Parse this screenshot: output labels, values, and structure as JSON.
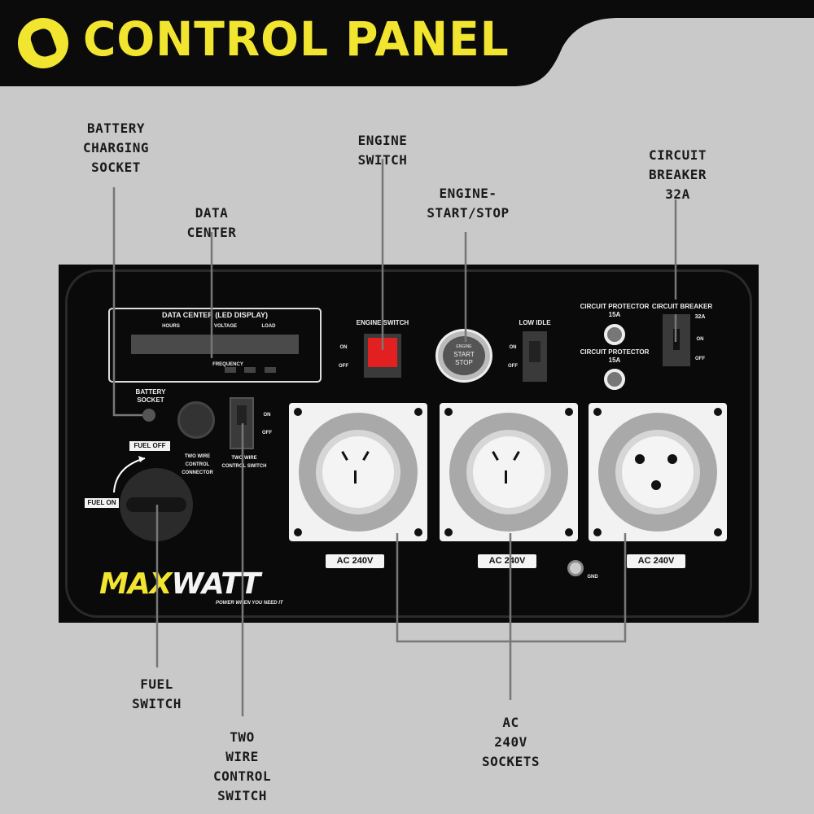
{
  "header": {
    "title": "CONTROL PANEL",
    "logo": "maxwatt-hand-logo"
  },
  "callouts": {
    "battery_socket": "BATTERY CHARGING SOCKET",
    "data_center": "DATA CENTER",
    "engine_switch": "ENGINE SWITCH",
    "engine_start_stop": "ENGINE- START/STOP",
    "circuit_breaker": "CIRCUIT BREAKER 32A",
    "fuel_switch": "FUEL SWITCH",
    "two_wire": "TWO WIRE CONTROL SWITCH",
    "ac_sockets": "AC 240V SOCKETS"
  },
  "panel": {
    "data_center_title": "DATA CENTER (LED DISPLAY)",
    "hours": "HOURS",
    "voltage": "VOLTAGE",
    "load": "LOAD",
    "frequency": "FREQUENCY",
    "battery_socket": "BATTERY SOCKET",
    "two_wire_connector": "TWO WIRE CONTROL CONNECTOR",
    "two_wire_switch": "TWO WIRE CONTROL SWITCH",
    "on": "ON",
    "off": "OFF",
    "fuel_off": "FUEL OFF",
    "fuel_on": "FUEL ON",
    "engine_switch": "ENGINE SWITCH",
    "start_engine": "ENGINE",
    "start": "START",
    "stop": "STOP",
    "low_idle": "LOW IDLE",
    "circuit_protector": "CIRCUIT PROTECTOR",
    "cp_rating": "15A",
    "circuit_breaker": "CIRCUIT BREAKER",
    "cb_rating": "32A",
    "ac": [
      "AC 240V",
      "AC 240V",
      "AC 240V"
    ],
    "gnd": "GND",
    "brand_max": "MAX",
    "brand_watt": "WATT",
    "tagline": "POWER WHEN YOU NEED IT"
  },
  "colors": {
    "accent": "#f2e530",
    "engine_switch": "#e32020",
    "background": "#c9c9c9"
  }
}
